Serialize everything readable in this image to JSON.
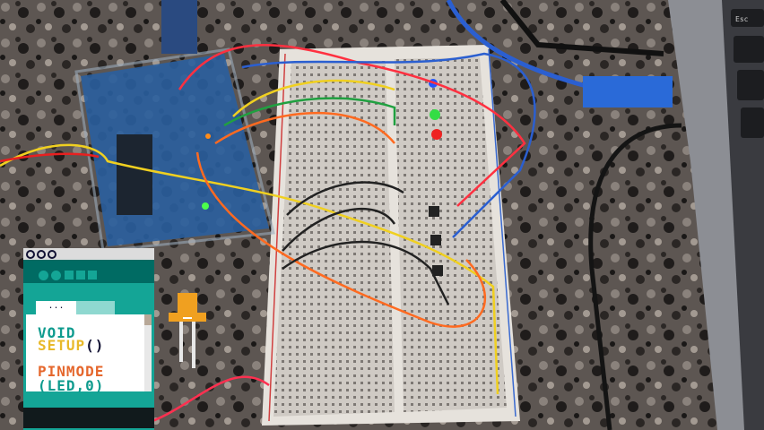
{
  "overlay": {
    "code_lines": [
      {
        "text": "VOID",
        "color": "#0f9b8e"
      },
      {
        "text": "SETUP",
        "color": "#e8b92a",
        "suffix": "()"
      },
      {
        "text": "PINMODE",
        "color": "#e5672d"
      },
      {
        "text": "(LED,0)",
        "color": "#0f9b8e"
      }
    ],
    "tab_label": "...",
    "colors": {
      "teal": "#14a596",
      "dark_teal": "#006b63",
      "led": "#f0a020"
    }
  },
  "keyboard": {
    "key_esc": "Esc"
  }
}
